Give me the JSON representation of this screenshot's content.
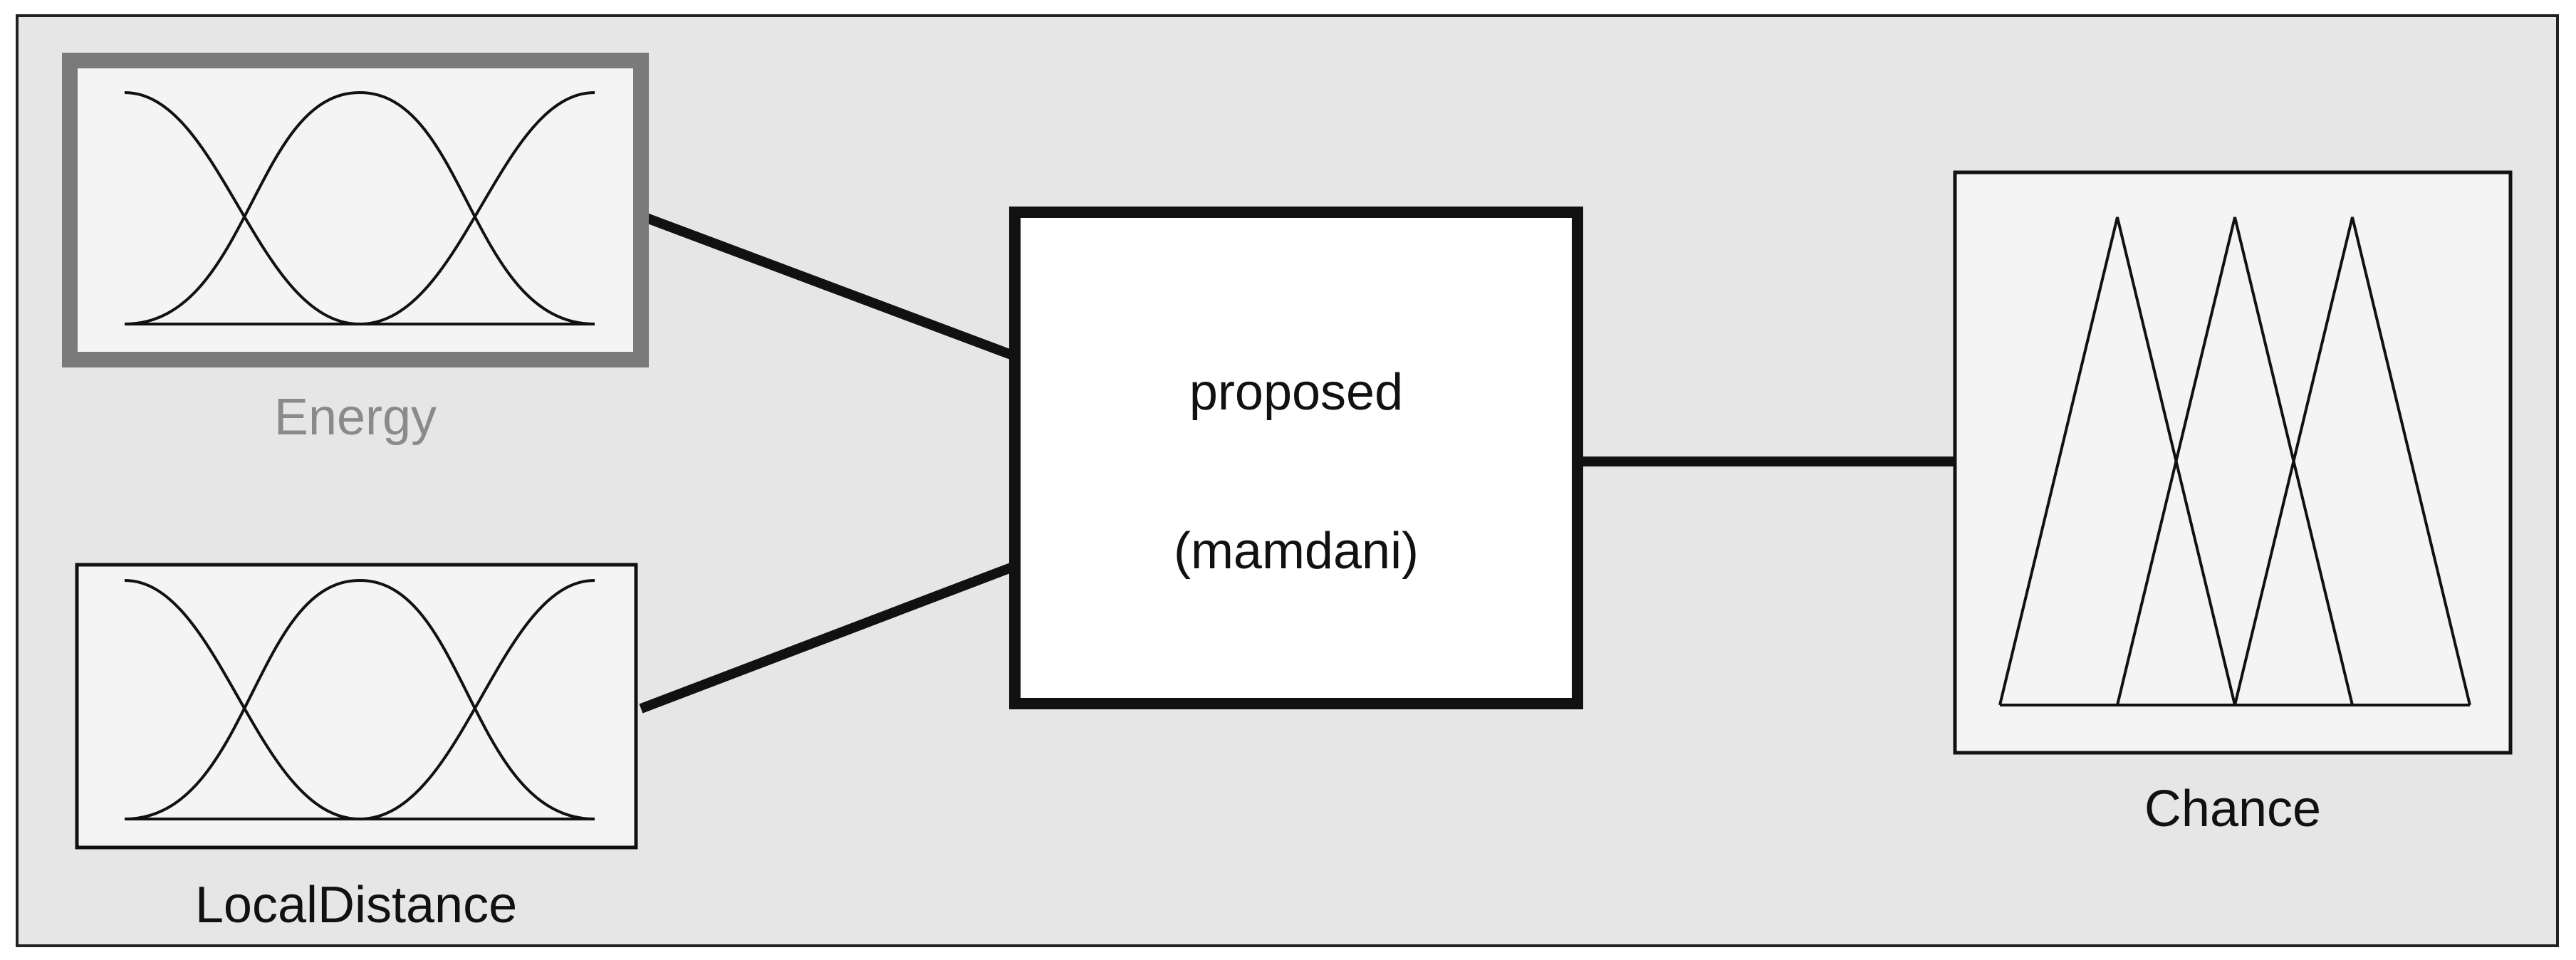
{
  "inputs": [
    {
      "label": "Energy",
      "selected": true,
      "mf_type": "gaussian"
    },
    {
      "label": "LocalDistance",
      "selected": false,
      "mf_type": "gaussian"
    }
  ],
  "system": {
    "name": "proposed",
    "type_label": "(mamdani)"
  },
  "output": {
    "label": "Chance",
    "mf_type": "triangular"
  },
  "colors": {
    "panel_bg": "#e6e6e6",
    "box_bg": "#f4f4f4",
    "selected_border": "#7a7a7a",
    "line": "#111111",
    "selected_text": "#8a8a8a"
  }
}
